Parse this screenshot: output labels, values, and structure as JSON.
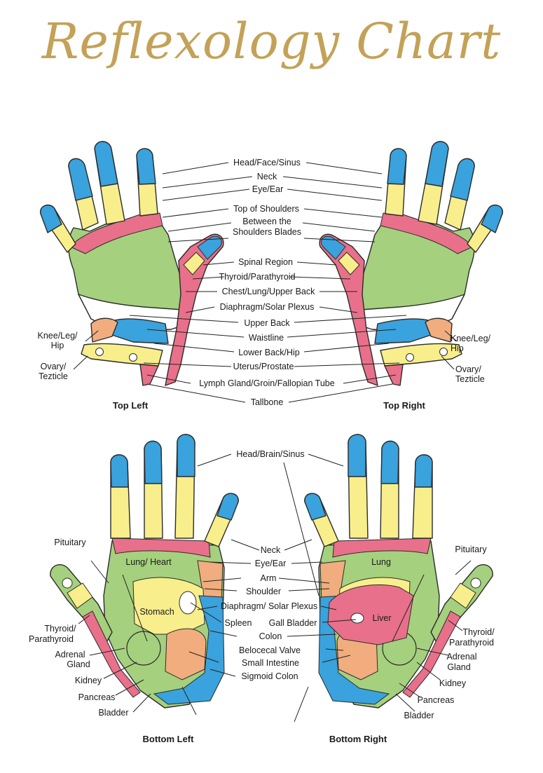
{
  "title": "Reflexology Chart",
  "colors": {
    "blue": "#3aa2dc",
    "yellow": "#f8ee8c",
    "pink": "#e9708a",
    "green": "#a5d07e",
    "peach": "#f1ad7d",
    "white": "#ffffff",
    "title_gold": "#c3a257"
  },
  "top": {
    "labels": {
      "head_face_sinus": "Head/Face/Sinus",
      "neck": "Neck",
      "eye_ear": "Eye/Ear",
      "top_of_shoulders": "Top of Shoulders",
      "between_shoulders_1": "Between the",
      "between_shoulders_2": "Shoulders Blades",
      "spinal_region": "Spinal Region",
      "thyroid_parathyroid": "Thyroid/Parathyroid",
      "chest_lung_upper_back": "Chest/Lung/Upper Back",
      "diaphragm_solar_plexus": "Diaphragm/Solar Plexus",
      "upper_back": "Upper Back",
      "waistline": "Waistline",
      "lower_back_hip": "Lower Back/Hip",
      "uterus_prostate": "Uterus/Prostate",
      "lymph_gland": "Lymph Gland/Groin/Fallopian Tube",
      "tailbone": "Tallbone",
      "left_knee_1": "Knee/Leg/",
      "left_knee_2": "Hip",
      "left_ovary_1": "Ovary/",
      "left_ovary_2": "Tezticle",
      "right_knee_1": "Knee/Leg/",
      "right_knee_2": "Hip",
      "right_ovary_1": "Ovary/",
      "right_ovary_2": "Tezticle"
    },
    "captions": {
      "left": "Top Left",
      "right": "Top Right"
    }
  },
  "bottom": {
    "labels": {
      "head_brain_sinus": "Head/Brain/Sinus",
      "neck": "Neck",
      "eye_ear": "Eye/Ear",
      "arm": "Arm",
      "shoulder": "Shoulder",
      "diaphragm_solar_plexus": "Diaphragm/ Solar Plexus",
      "spleen": "Spleen",
      "gall_bladder": "Gall Bladder",
      "colon": "Colon",
      "belocecal_valve": "Belocecal Valve",
      "small_intestine": "Small Intestine",
      "sigmoid_colon": "Sigmoid Colon",
      "left_pituitary": "Pituitary",
      "left_thyroid_1": "Thyroid/",
      "left_thyroid_2": "Parathyroid",
      "left_adrenal_1": "Adrenal",
      "left_adrenal_2": "Gland",
      "left_kidney": "Kidney",
      "left_pancreas": "Pancreas",
      "left_bladder": "Bladder",
      "right_pituitary": "Pituitary",
      "right_thyroid_1": "Thyroid/",
      "right_thyroid_2": "Parathyroid",
      "right_adrenal_1": "Adrenal",
      "right_adrenal_2": "Gland",
      "right_kidney": "Kidney",
      "right_pancreas": "Pancreas",
      "right_bladder": "Bladder",
      "lung_heart": "Lung/ Heart",
      "stomach": "Stomach",
      "lung": "Lung",
      "liver": "Liver"
    },
    "captions": {
      "left": "Bottom Left",
      "right": "Bottom Right"
    }
  }
}
